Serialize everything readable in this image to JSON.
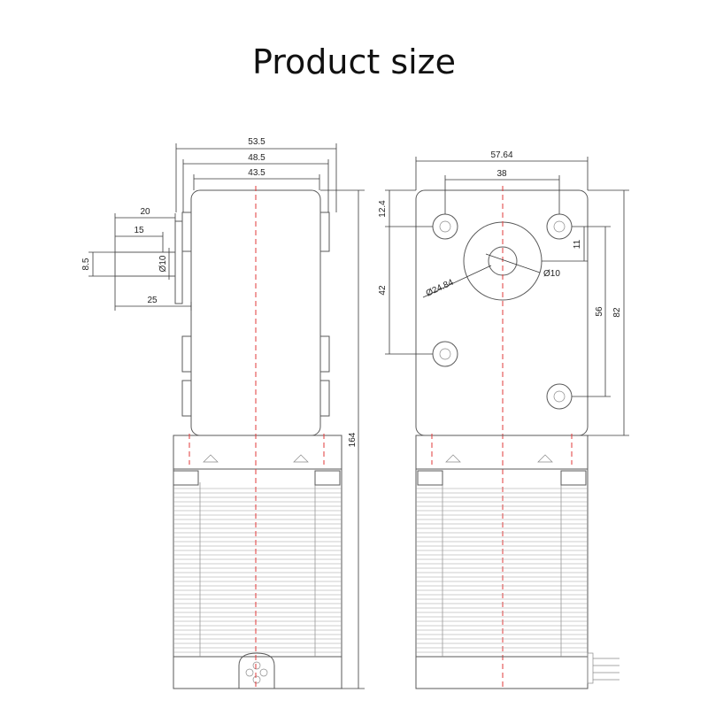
{
  "title": "Product size",
  "colors": {
    "line": "#5a5a5a",
    "centerline": "#e23a3a",
    "text": "#222222"
  },
  "side_view": {
    "dims": {
      "width_outer": "53.5",
      "width_mid": "48.5",
      "width_inner": "43.5",
      "shaft_len_20": "20",
      "shaft_len_15": "15",
      "shaft_flat": "8.5",
      "shaft_dia": "Ø10",
      "shaft_len_25": "25",
      "total_height": "164"
    }
  },
  "front_view": {
    "dims": {
      "width": "57.64",
      "hole_spacing": "38",
      "top_offset": "12.4",
      "hole_v_spacing": "42",
      "hole_offset_11": "11",
      "hole_span_56": "56",
      "height_82": "82",
      "bore_dia": "Ø10",
      "boss_dia": "Ø24.84"
    }
  }
}
